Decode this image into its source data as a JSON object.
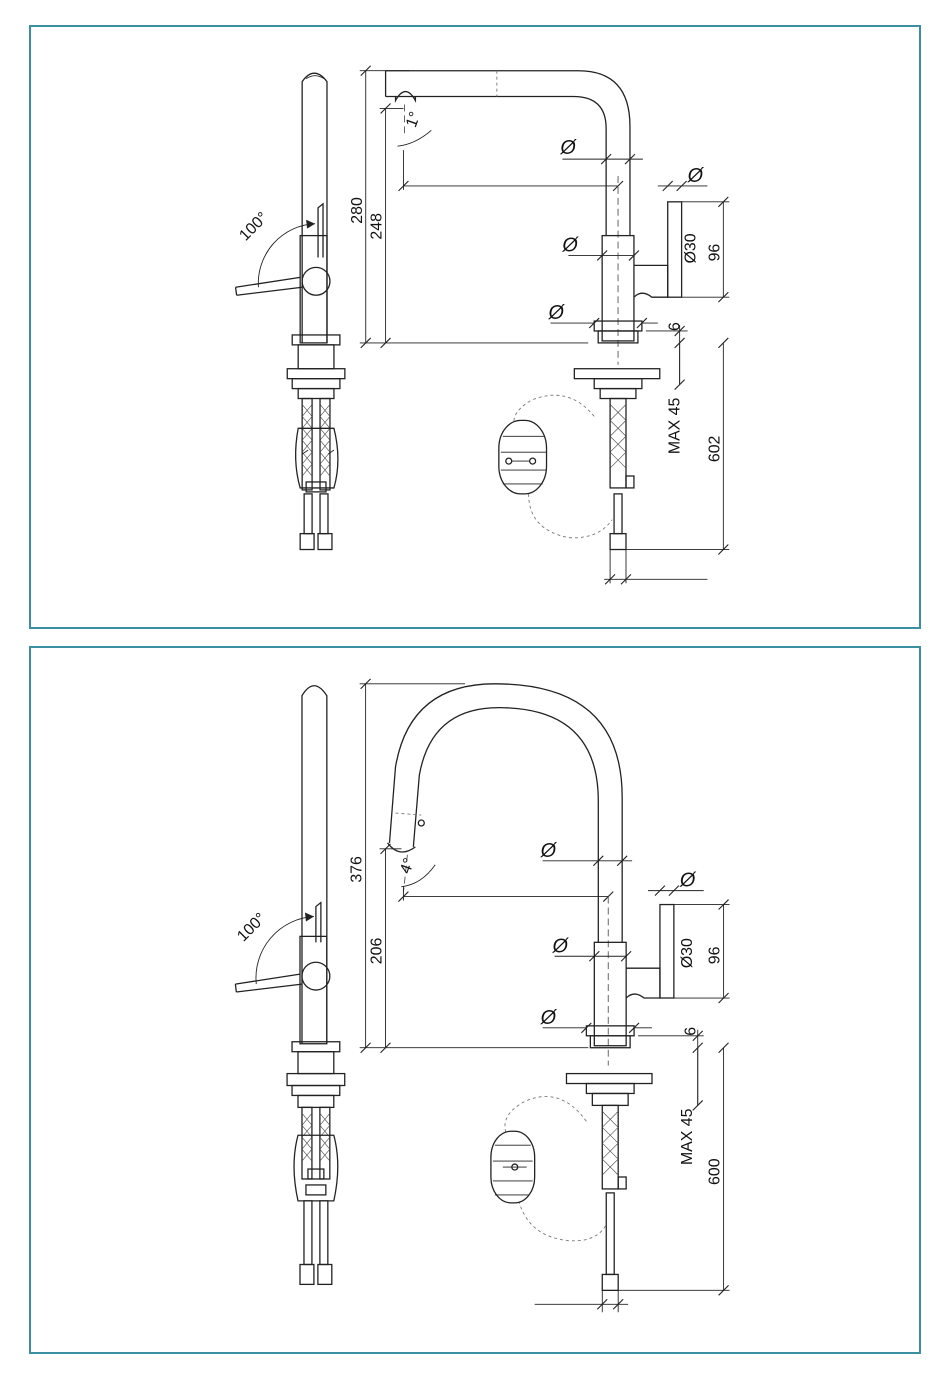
{
  "diagrams": [
    {
      "labels": {
        "swivel_angle": "100°",
        "spout_tilt": "1°",
        "height_total": "280",
        "height_outlet": "248",
        "dia_spout": "Ø",
        "dia_lever_top": "Ø",
        "lever_dia": "Ø30",
        "lever_height": "96",
        "dia_body": "Ø",
        "dia_base": "Ø",
        "base_plate": "6",
        "max_deck": "MAX 45",
        "hose_length": "602"
      }
    },
    {
      "labels": {
        "swivel_angle": "100°",
        "spout_tilt": "4°",
        "height_total": "376",
        "height_outlet": "206",
        "dia_spout": "Ø",
        "dia_lever_top": "Ø",
        "lever_dia": "Ø30",
        "lever_height": "96",
        "dia_body": "Ø",
        "dia_base": "Ø",
        "base_plate": "6",
        "max_deck": "MAX 45",
        "hose_length": "600"
      }
    }
  ],
  "colors": {
    "frame": "#3a8fa0",
    "line": "#222222"
  }
}
